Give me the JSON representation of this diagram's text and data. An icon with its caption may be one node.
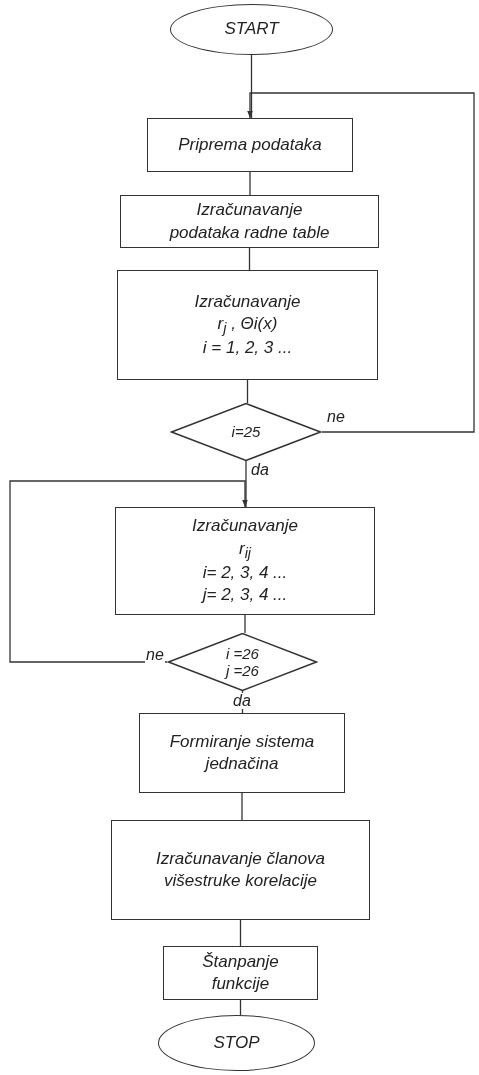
{
  "diagram": {
    "nodes": [
      {
        "text": [
          "START"
        ]
      },
      {
        "text": [
          "Priprema podataka"
        ]
      },
      {
        "text": [
          "Izračunavanje podataka radne table"
        ]
      },
      {
        "text": [
          "Izračunavanje",
          "r$_{j}$ , Θi(x)",
          "i = 1, 2, 3 ..."
        ]
      },
      {
        "text": [
          "i=25"
        ]
      },
      {
        "text": [
          "Izračunavanje",
          "r$_{ij}$",
          "i= 2, 3, 4 ...",
          "j= 2, 3, 4 ..."
        ]
      },
      {
        "text": [
          "i =26",
          "j =26"
        ]
      },
      {
        "text": [
          "Formiranje sistema jednačina"
        ]
      },
      {
        "text": [
          "Izračunavanje članova višestruke korelacije"
        ]
      },
      {
        "text": [
          "Štanpanje funkcije"
        ]
      },
      {
        "text": [
          "STOP"
        ]
      }
    ],
    "edges": [
      {
        "from": 0,
        "to": 1,
        "arrow": "none"
      },
      {
        "from": 1,
        "to": 2,
        "arrow": "none"
      },
      {
        "from": 2,
        "to": 3,
        "arrow": "none"
      },
      {
        "from": 3,
        "to": 4,
        "arrow": "none"
      },
      {
        "from": 4,
        "to": 5,
        "arrow": "none",
        "label": "da"
      },
      {
        "from": 4,
        "to": 1,
        "arrow": "to",
        "label": "ne"
      },
      {
        "from": 5,
        "to": 6,
        "arrow": "none"
      },
      {
        "from": 6,
        "to": 5,
        "arrow": "to",
        "label": "ne"
      },
      {
        "from": 6,
        "to": 7,
        "arrow": "none",
        "label": "da"
      },
      {
        "from": 7,
        "to": 8,
        "arrow": "none"
      },
      {
        "from": 8,
        "to": 9,
        "arrow": "none"
      },
      {
        "from": 9,
        "to": 10,
        "arrow": "none"
      }
    ]
  }
}
